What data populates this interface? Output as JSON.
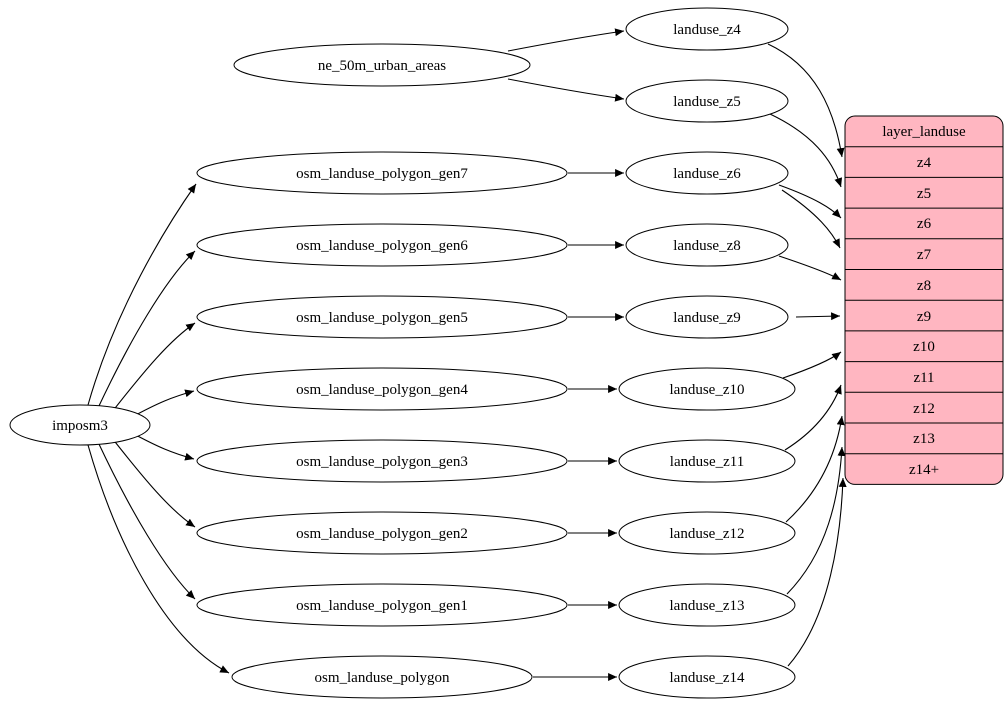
{
  "colors": {
    "background": "#ffffff",
    "node_fill": "#ffffff",
    "node_stroke": "#000000",
    "edge": "#000000",
    "table_fill": "#ffb6c1",
    "table_stroke": "#000000"
  },
  "nodes": {
    "imposm3": {
      "label": "imposm3"
    },
    "ne50m": {
      "label": "ne_50m_urban_areas"
    },
    "gen7": {
      "label": "osm_landuse_polygon_gen7"
    },
    "gen6": {
      "label": "osm_landuse_polygon_gen6"
    },
    "gen5": {
      "label": "osm_landuse_polygon_gen5"
    },
    "gen4": {
      "label": "osm_landuse_polygon_gen4"
    },
    "gen3": {
      "label": "osm_landuse_polygon_gen3"
    },
    "gen2": {
      "label": "osm_landuse_polygon_gen2"
    },
    "gen1": {
      "label": "osm_landuse_polygon_gen1"
    },
    "poly": {
      "label": "osm_landuse_polygon"
    },
    "z4": {
      "label": "landuse_z4"
    },
    "z5": {
      "label": "landuse_z5"
    },
    "z6": {
      "label": "landuse_z6"
    },
    "z8": {
      "label": "landuse_z8"
    },
    "z9": {
      "label": "landuse_z9"
    },
    "z10": {
      "label": "landuse_z10"
    },
    "z11": {
      "label": "landuse_z11"
    },
    "z12": {
      "label": "landuse_z12"
    },
    "z13": {
      "label": "landuse_z13"
    },
    "z14": {
      "label": "landuse_z14"
    }
  },
  "table": {
    "title": "layer_landuse",
    "rows": [
      "z4",
      "z5",
      "z6",
      "z7",
      "z8",
      "z9",
      "z10",
      "z11",
      "z12",
      "z13",
      "z14+"
    ]
  },
  "edges": [
    {
      "from": "imposm3",
      "to": "osm_landuse_polygon_gen7"
    },
    {
      "from": "imposm3",
      "to": "osm_landuse_polygon_gen6"
    },
    {
      "from": "imposm3",
      "to": "osm_landuse_polygon_gen5"
    },
    {
      "from": "imposm3",
      "to": "osm_landuse_polygon_gen4"
    },
    {
      "from": "imposm3",
      "to": "osm_landuse_polygon_gen3"
    },
    {
      "from": "imposm3",
      "to": "osm_landuse_polygon_gen2"
    },
    {
      "from": "imposm3",
      "to": "osm_landuse_polygon_gen1"
    },
    {
      "from": "imposm3",
      "to": "osm_landuse_polygon"
    },
    {
      "from": "ne_50m_urban_areas",
      "to": "landuse_z4"
    },
    {
      "from": "ne_50m_urban_areas",
      "to": "landuse_z5"
    },
    {
      "from": "osm_landuse_polygon_gen7",
      "to": "landuse_z6"
    },
    {
      "from": "osm_landuse_polygon_gen6",
      "to": "landuse_z8"
    },
    {
      "from": "osm_landuse_polygon_gen5",
      "to": "landuse_z9"
    },
    {
      "from": "osm_landuse_polygon_gen4",
      "to": "landuse_z10"
    },
    {
      "from": "osm_landuse_polygon_gen3",
      "to": "landuse_z11"
    },
    {
      "from": "osm_landuse_polygon_gen2",
      "to": "landuse_z12"
    },
    {
      "from": "osm_landuse_polygon_gen1",
      "to": "landuse_z13"
    },
    {
      "from": "osm_landuse_polygon",
      "to": "landuse_z14"
    },
    {
      "from": "landuse_z4",
      "to": "layer_landuse.z4"
    },
    {
      "from": "landuse_z5",
      "to": "layer_landuse.z5"
    },
    {
      "from": "landuse_z6",
      "to": "layer_landuse.z6"
    },
    {
      "from": "landuse_z6",
      "to": "layer_landuse.z7"
    },
    {
      "from": "landuse_z8",
      "to": "layer_landuse.z8"
    },
    {
      "from": "landuse_z9",
      "to": "layer_landuse.z9"
    },
    {
      "from": "landuse_z10",
      "to": "layer_landuse.z10"
    },
    {
      "from": "landuse_z11",
      "to": "layer_landuse.z11"
    },
    {
      "from": "landuse_z12",
      "to": "layer_landuse.z12"
    },
    {
      "from": "landuse_z13",
      "to": "layer_landuse.z13"
    },
    {
      "from": "landuse_z14",
      "to": "layer_landuse.z14+"
    }
  ]
}
